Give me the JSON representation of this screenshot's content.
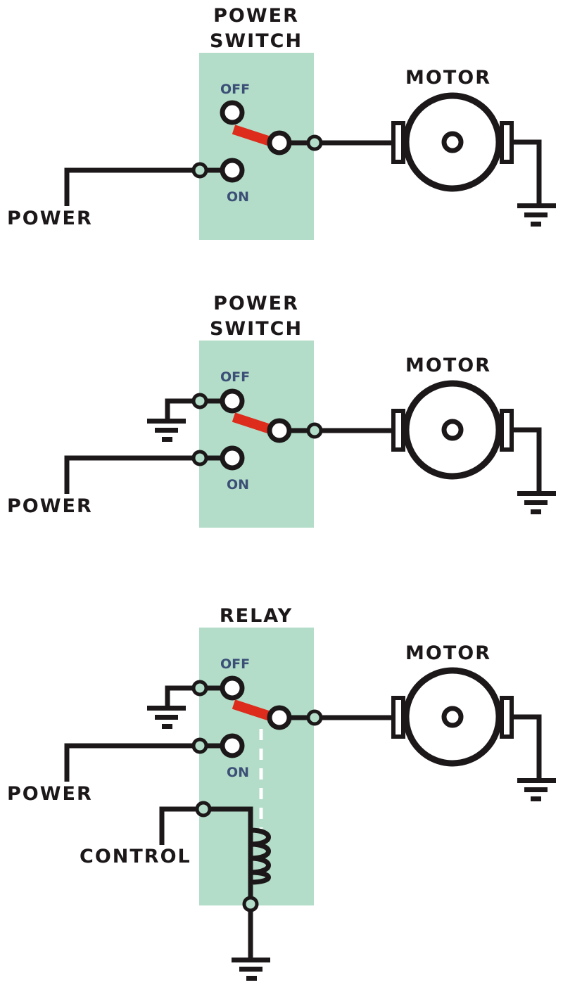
{
  "colors": {
    "wire": "#1c1819",
    "box": "#b3ddc9",
    "lever": "#dd2b1c",
    "terminal_fill": "#b3ddc9",
    "small_label": "#3c4f76",
    "background": "#ffffff"
  },
  "diagrams": [
    {
      "id": "power-switch-basic",
      "title_lines": [
        "POWER",
        "SWITCH"
      ],
      "off_label": "OFF",
      "on_label": "ON",
      "motor_label": "MOTOR",
      "power_label": "POWER"
    },
    {
      "id": "power-switch-grounded",
      "title_lines": [
        "POWER",
        "SWITCH"
      ],
      "off_label": "OFF",
      "on_label": "ON",
      "motor_label": "MOTOR",
      "power_label": "POWER"
    },
    {
      "id": "relay",
      "title_lines": [
        "RELAY"
      ],
      "off_label": "OFF",
      "on_label": "ON",
      "motor_label": "MOTOR",
      "power_label": "POWER",
      "control_label": "CONTROL"
    }
  ]
}
